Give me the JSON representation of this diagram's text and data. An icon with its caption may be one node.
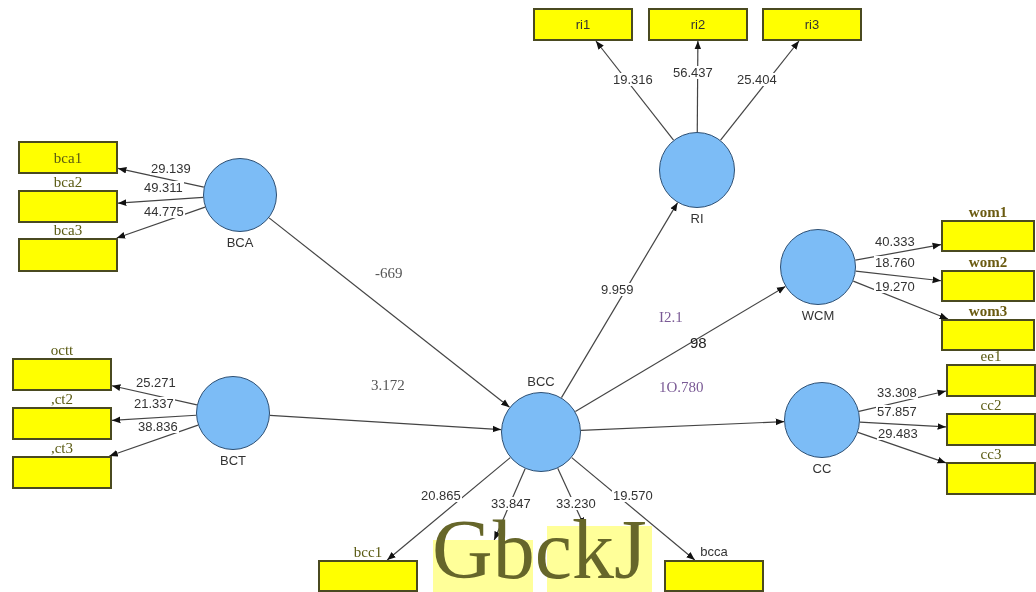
{
  "diagram": {
    "nodes": [
      {
        "text": [
          "ri1"
        ]
      },
      {
        "text": [
          "ri2"
        ]
      },
      {
        "text": [
          "ri3"
        ]
      },
      {
        "text": [
          "bca1"
        ]
      },
      {
        "text": [
          "BCA"
        ]
      },
      {
        "text": [
          "bca2"
        ]
      },
      {
        "text": [
          "bca3"
        ]
      },
      {
        "text": [
          "RI"
        ]
      },
      {
        "text": [
          "wom1"
        ]
      },
      {
        "text": [
          "WCM"
        ]
      },
      {
        "text": [
          "wom2"
        ]
      },
      {
        "text": [
          "wom3"
        ]
      },
      {
        "text": [
          "octt"
        ]
      },
      {
        "text": [
          "ee1"
        ]
      },
      {
        "text": [
          ",ct2"
        ]
      },
      {
        "text": [
          "BCT"
        ]
      },
      {
        "text": [
          "BCC"
        ]
      },
      {
        "text": [
          "cc2"
        ]
      },
      {
        "text": [
          "CC"
        ]
      },
      {
        "text": [
          ",ct3"
        ]
      },
      {
        "text": [
          "cc3"
        ]
      },
      {
        "text": [
          "bcc1"
        ]
      },
      {
        "text": [],
        "shape": "box"
      },
      {
        "text": [],
        "shape": "box"
      },
      {
        "text": [
          "bcca"
        ]
      }
    ],
    "edges": [
      {
        "from": 4,
        "to": 3,
        "arrow": "to",
        "label": "29.139"
      },
      {
        "from": 4,
        "to": 5,
        "arrow": "to",
        "label": "49.311"
      },
      {
        "from": 4,
        "to": 6,
        "arrow": "to",
        "label": "44.775"
      },
      {
        "from": 15,
        "to": 12,
        "arrow": "to",
        "label": "25.271"
      },
      {
        "from": 15,
        "to": 14,
        "arrow": "to",
        "label": "21.337"
      },
      {
        "from": 15,
        "to": 19,
        "arrow": "to",
        "label": "38.836"
      },
      {
        "from": 4,
        "to": 16,
        "arrow": "to",
        "label": "-669"
      },
      {
        "from": 15,
        "to": 16,
        "arrow": "to",
        "label": "3.172"
      },
      {
        "from": 16,
        "to": 7,
        "arrow": "to",
        "label": "9.959"
      },
      {
        "from": 7,
        "to": 0,
        "arrow": "to",
        "label": "19.316"
      },
      {
        "from": 7,
        "to": 1,
        "arrow": "to",
        "label": "56.437"
      },
      {
        "from": 7,
        "to": 2,
        "arrow": "to",
        "label": "25.404"
      },
      {
        "from": 16,
        "to": 9,
        "arrow": "to",
        "label": "I2.1"
      },
      {
        "from": 9,
        "to": 8,
        "arrow": "to",
        "label": "40.333"
      },
      {
        "from": 9,
        "to": 10,
        "arrow": "to",
        "label": "18.760"
      },
      {
        "from": 9,
        "to": 11,
        "arrow": "to",
        "label": "19.270"
      },
      {
        "from": 16,
        "to": 18,
        "arrow": "to",
        "label": "1O.780"
      },
      {
        "from": 18,
        "to": 13,
        "arrow": "to",
        "label": "33.308"
      },
      {
        "from": 18,
        "to": 17,
        "arrow": "to",
        "label": "57.857"
      },
      {
        "from": 18,
        "to": 20,
        "arrow": "to",
        "label": "29.483"
      },
      {
        "from": 16,
        "to": 21,
        "arrow": "to",
        "label": "20.865"
      },
      {
        "from": 16,
        "to": 22,
        "arrow": "to",
        "label": "33.847"
      },
      {
        "from": 16,
        "to": 23,
        "arrow": "to",
        "label": "33.230"
      },
      {
        "from": 16,
        "to": 24,
        "arrow": "to",
        "label": "19.570"
      }
    ],
    "labels": [
      "98",
      "GbckJ"
    ]
  }
}
